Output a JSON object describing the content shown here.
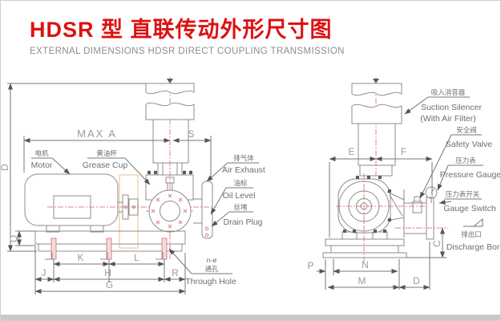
{
  "header": {
    "title": "HDSR 型 直联传动外形尺寸图",
    "subtitle": "EXTERNAL DIMENSIONS HDSR DIRECT COUPLING TRANSMISSION"
  },
  "colors": {
    "title_red": "#dd1111",
    "subtitle_gray": "#8d8d8d",
    "line_gray": "#8c8c8c",
    "centerline_red": "#e88080",
    "hardware_pink": "#d98585",
    "guard_tan": "#ecc9a0",
    "frame_gray": "#c9c9c9"
  },
  "left_view": {
    "callouts": {
      "motor": {
        "cn": "电机",
        "en": "Motor"
      },
      "grease_cup": {
        "cn": "黄油杯",
        "en": "Grease Cup"
      },
      "air_exhaust": {
        "cn": "排气体",
        "en": "Air Exhaust"
      },
      "oil_level": {
        "cn": "油标",
        "en": "Oil Level"
      },
      "drain_plug": {
        "cn": "丝堵",
        "en": "Drain Plug"
      },
      "through_hole": {
        "qty": "n-ø",
        "cn": "通孔",
        "en": "Through Hole"
      }
    },
    "dimensions": {
      "max_a": "MAX A",
      "s": "S",
      "d": "D",
      "q": "Q",
      "j": "J",
      "k": "K",
      "l": "L",
      "h": "H",
      "r": "R",
      "g": "G"
    }
  },
  "right_view": {
    "callouts": {
      "suction_silencer": {
        "cn": "吸入消音器",
        "en": "Suction Silencer",
        "en_note": "(With Air Filter)"
      },
      "safety_valve": {
        "cn": "安全阀",
        "en": "Safety Valve"
      },
      "pressure_gauge": {
        "cn": "压力表",
        "en": "Pressure Gauge"
      },
      "gauge_switch": {
        "cn": "压力表开关",
        "en": "Gauge Switch"
      },
      "discharge_bore": {
        "cn": "排出口",
        "en": "Discharge Bore"
      }
    },
    "dimensions": {
      "e": "E",
      "f": "F",
      "c": "C",
      "p": "P",
      "n": "N",
      "m": "M",
      "d": "D"
    }
  }
}
